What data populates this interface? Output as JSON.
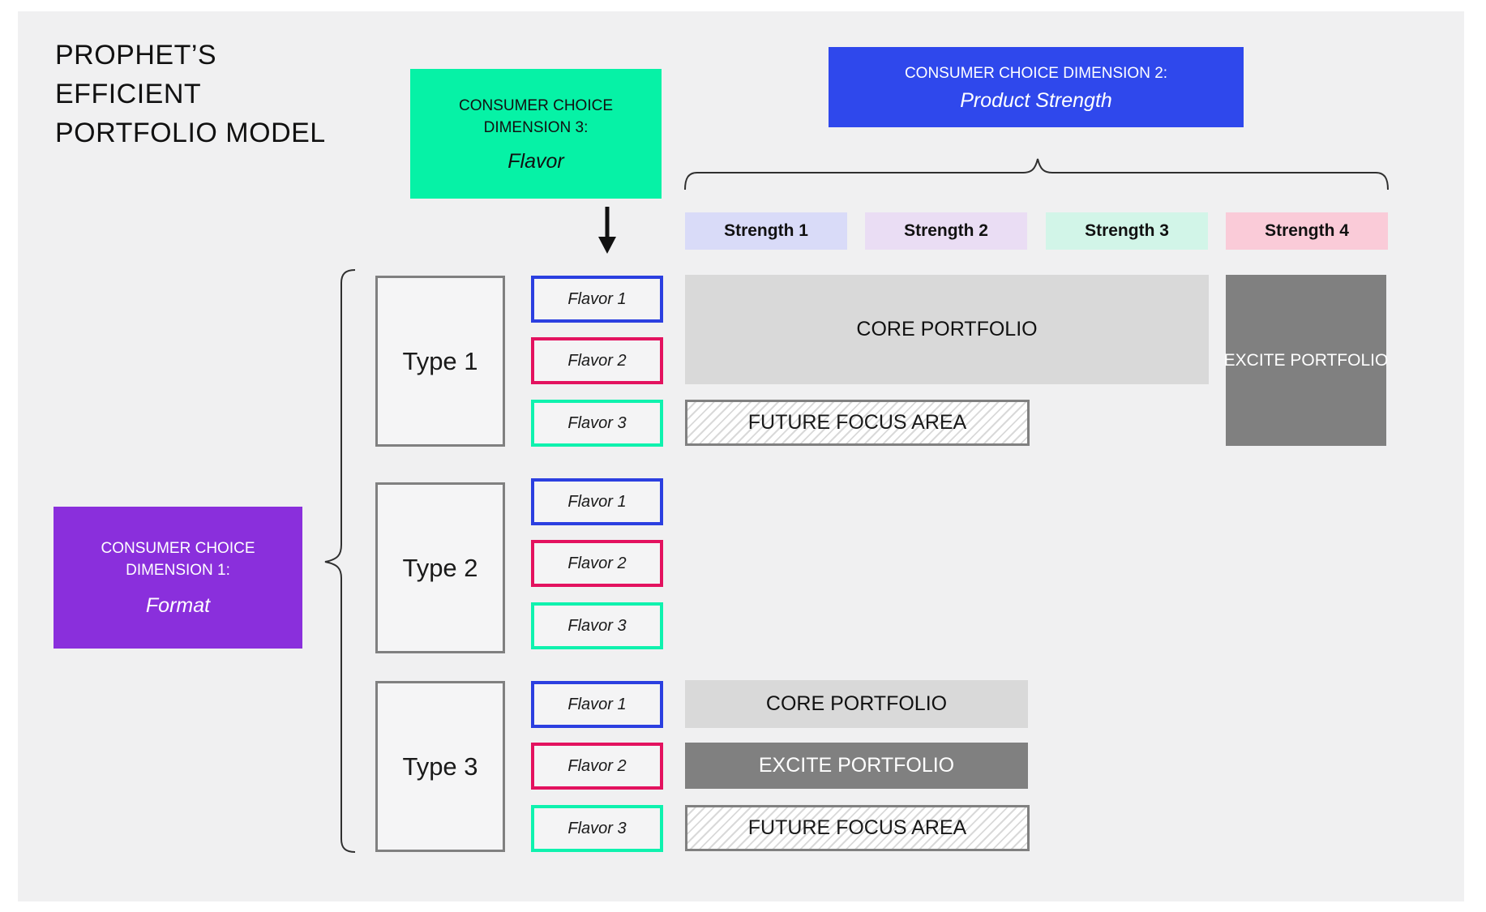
{
  "title": {
    "lines": [
      "PROPHET’S",
      "EFFICIENT",
      "PORTFOLIO MODEL"
    ]
  },
  "dimensions": {
    "dim1": {
      "heading": "CONSUMER CHOICE DIMENSION 1:",
      "value": "Format",
      "color": "#8A2FDC"
    },
    "dim2": {
      "heading": "CONSUMER CHOICE DIMENSION 2:",
      "value": "Product Strength",
      "color": "#2F48EC"
    },
    "dim3": {
      "heading": "CONSUMER CHOICE DIMENSION 3:",
      "value": "Flavor",
      "color": "#06F2A6"
    }
  },
  "strength_headers": [
    {
      "label": "Strength 1",
      "color": "#D9DBF8"
    },
    {
      "label": "Strength 2",
      "color": "#EADDF4"
    },
    {
      "label": "Strength 3",
      "color": "#D2F5E8"
    },
    {
      "label": "Strength 4",
      "color": "#FACBD8"
    }
  ],
  "types": [
    {
      "label": "Type 1"
    },
    {
      "label": "Type 2"
    },
    {
      "label": "Type 3"
    }
  ],
  "flavors": [
    {
      "label": "Flavor 1",
      "border_color": "#2B3FE0"
    },
    {
      "label": "Flavor 2",
      "border_color": "#E3125F"
    },
    {
      "label": "Flavor 3",
      "border_color": "#0FF2AE"
    }
  ],
  "portfolio": {
    "core_top": "CORE PORTFOLIO",
    "excite_top": "EXCITE PORTFOLIO",
    "future_top": "FUTURE FOCUS AREA",
    "core_bottom": "CORE PORTFOLIO",
    "excite_bottom": "EXCITE PORTFOLIO",
    "future_bottom": "FUTURE FOCUS AREA",
    "core_color": "#D9D9D9",
    "excite_color": "#808080"
  },
  "canvas_background": "#F0F0F1"
}
